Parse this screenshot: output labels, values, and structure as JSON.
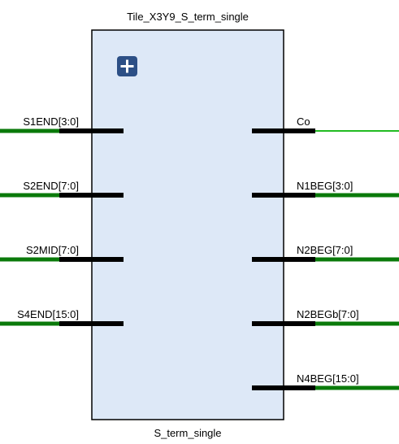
{
  "block": {
    "instance_name": "Tile_X3Y9_S_term_single",
    "module_name": "S_term_single",
    "expand_icon": "plus-icon",
    "fill_color": "#dde8f7",
    "border_color": "#000000"
  },
  "ports": {
    "inputs": [
      {
        "label": "S1END[3:0]",
        "kind": "bus"
      },
      {
        "label": "S2END[7:0]",
        "kind": "bus"
      },
      {
        "label": "S2MID[7:0]",
        "kind": "bus"
      },
      {
        "label": "S4END[15:0]",
        "kind": "bus"
      }
    ],
    "outputs": [
      {
        "label": "Co",
        "kind": "single"
      },
      {
        "label": "N1BEG[3:0]",
        "kind": "bus"
      },
      {
        "label": "N2BEG[7:0]",
        "kind": "bus"
      },
      {
        "label": "N2BEGb[7:0]",
        "kind": "bus"
      },
      {
        "label": "N4BEG[15:0]",
        "kind": "bus"
      }
    ]
  },
  "colors": {
    "pin": "#000000",
    "bus_wire": "#0a7a0a",
    "single_wire": "#22bb22",
    "icon_bg": "#2c4f86",
    "icon_fg": "#ffffff"
  }
}
